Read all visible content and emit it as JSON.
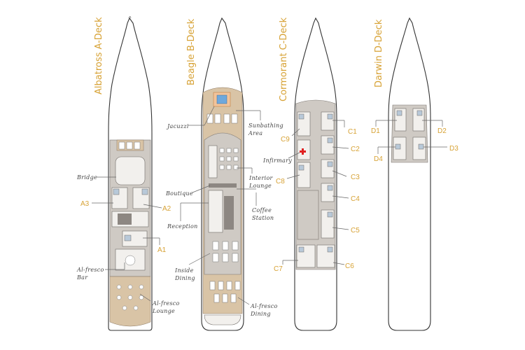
{
  "colors": {
    "accent": "#d7a235",
    "hull_outline": "#333333",
    "floor_gray": "#cfcac4",
    "wood_deck": "#d9c4a6",
    "jacuzzi_water": "#6fa8dc",
    "infirmary_cross": "#e02020"
  },
  "decks": [
    {
      "title": "Albatross A-Deck",
      "cabins": [
        "A1",
        "A2",
        "A3"
      ],
      "areas": [
        "Bridge",
        "Al-fresco Bar",
        "Al-fresco Lounge"
      ]
    },
    {
      "title": "Beagle B-Deck",
      "areas": [
        "Jacuzzi",
        "Sunbathing Area",
        "Boutique",
        "Interior Lounge",
        "Coffee Station",
        "Reception",
        "Inside Dining",
        "Al-fresco Dining"
      ]
    },
    {
      "title": "Cormorant C-Deck",
      "cabins": [
        "C1",
        "C2",
        "C3",
        "C4",
        "C5",
        "C6",
        "C7",
        "C8",
        "C9"
      ],
      "areas": [
        "Infirmary"
      ]
    },
    {
      "title": "Darwin D-Deck",
      "cabins": [
        "D1",
        "D2",
        "D3",
        "D4"
      ]
    }
  ],
  "labels": {
    "a_title": "Albatross A-Deck",
    "b_title": "Beagle B-Deck",
    "c_title": "Cormorant C-Deck",
    "d_title": "Darwin D-Deck",
    "bridge": "Bridge",
    "a3": "A3",
    "a2": "A2",
    "a1": "A1",
    "alfresco_bar_1": "Al-fresco",
    "alfresco_bar_2": "Bar",
    "alfresco_lounge_1": "Al-fresco",
    "alfresco_lounge_2": "Lounge",
    "jacuzzi": "Jacuzzi",
    "sunbathing_1": "Sunbathing",
    "sunbathing_2": "Area",
    "boutique": "Boutique",
    "interior_1": "Interior",
    "interior_2": "Lounge",
    "coffee_1": "Coffee",
    "coffee_2": "Station",
    "reception": "Reception",
    "inside_dining_1": "Inside",
    "inside_dining_2": "Dining",
    "alfresco_dining_1": "Al-fresco",
    "alfresco_dining_2": "Dining",
    "infirmary": "Infirmary",
    "c1": "C1",
    "c2": "C2",
    "c3": "C3",
    "c4": "C4",
    "c5": "C5",
    "c6": "C6",
    "c7": "C7",
    "c8": "C8",
    "c9": "C9",
    "d1": "D1",
    "d2": "D2",
    "d3": "D3",
    "d4": "D4"
  }
}
